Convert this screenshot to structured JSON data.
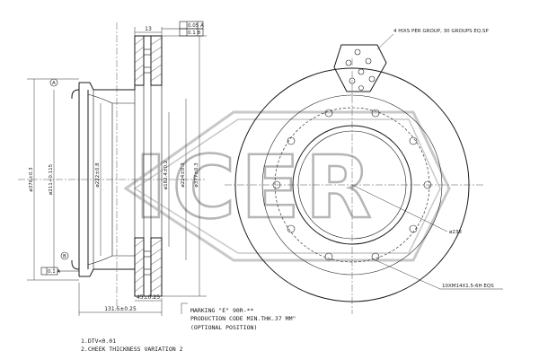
{
  "watermark": {
    "text": "ICER",
    "color": "#b5b5b5"
  },
  "front_view": {
    "bolt_note": "4 HIXS PER GROUP, 30 GROUPS EQ.SP",
    "bolt_pattern_label": "10XM14X1.5-6H EQS",
    "diameter_label": "ø238"
  },
  "section_view": {
    "tolerance_frame": {
      "top": "0.05 A",
      "bottom": "0.1 B"
    },
    "datum_a": "A",
    "datum_b": "B",
    "runout_frame": "0.1 A",
    "dims": {
      "d_outer": "ø376±0.3",
      "d_inner_bore": "ø211+0.115",
      "d_222": "ø222±0.8",
      "d_182": "ø182.4±0.2",
      "d_224": "ø224±0.3",
      "d_377": "ø377±0.3",
      "width_top": "13",
      "thickness": "45±0.25",
      "overall": "131.5±0.25"
    }
  },
  "marking": {
    "line1": "MARKING \"E\" 90R-**",
    "line2": "PRODUCTION CODE  MIN.THK.37 MM\"",
    "line3": "(OPTIONAL POSITION)"
  },
  "notes": {
    "line1": "1.DTV<0.01",
    "line2": "2.CHEEK THICKNESS VARIATION 2"
  }
}
